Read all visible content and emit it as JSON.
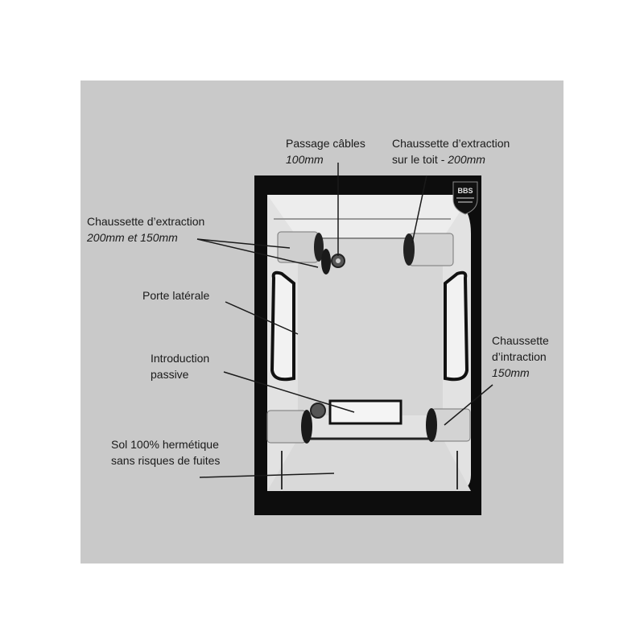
{
  "colors": {
    "panel_background": "#c9c9c9",
    "tent_frame": "#0d0d0d",
    "tent_interior": "#e4e4e4",
    "leader_lines": "#1a1a1a"
  },
  "brand_logo": {
    "text": "BBS",
    "icon": "bbs-shield-logo"
  },
  "labels": {
    "cable_port": {
      "line1": "Passage câbles",
      "line2": "100mm"
    },
    "roof_extraction": {
      "line1": "Chaussette d’extraction",
      "line2_prefix": "sur le toit - ",
      "line2_italic": "200mm"
    },
    "side_extraction": {
      "line1": "Chaussette d’extraction",
      "line2": "200mm et 150mm"
    },
    "side_door": {
      "line1": "Porte latérale"
    },
    "passive_intake": {
      "line1": "Introduction",
      "line2": "passive"
    },
    "intake_sock": {
      "line1": "Chaussette",
      "line2": "d’intraction",
      "line3": "150mm"
    },
    "floor": {
      "line1": "Sol 100% hermétique",
      "line2": "sans risques de fuites"
    }
  }
}
